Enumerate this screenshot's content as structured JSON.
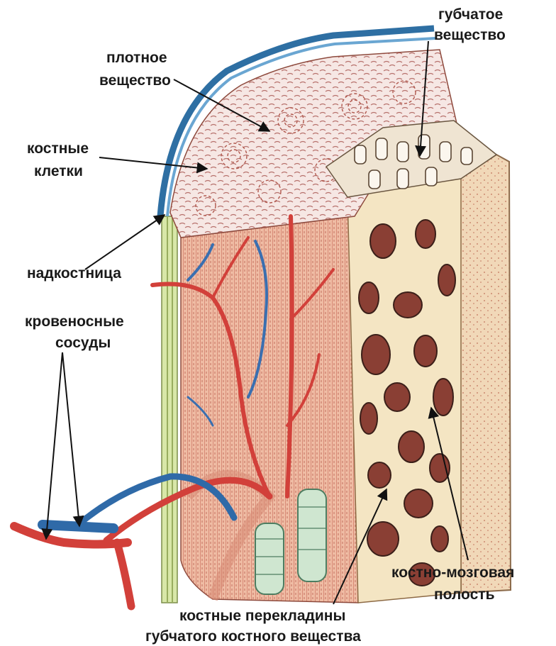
{
  "labels": {
    "spongy_1": "губчатое",
    "spongy_2": "вещество",
    "compact_1": "плотное",
    "compact_2": "вещество",
    "cells_1": "костные",
    "cells_2": "клетки",
    "periosteum": "надкостница",
    "vessels_1": "кровеносные",
    "vessels_2": "сосуды",
    "marrow_1": "костно-мозговая",
    "marrow_2": "полость",
    "trabeculae_1": "костные перекладины",
    "trabeculae_2": "губчатого костного вещества"
  },
  "colors": {
    "periosteum": "#3a7fb6",
    "artery": "#d2403a",
    "vein": "#3a6fb0",
    "bone_face": "#e7a88f",
    "spongy_bg": "#f3e6c8",
    "marrow_holes": "#8a3f34"
  }
}
